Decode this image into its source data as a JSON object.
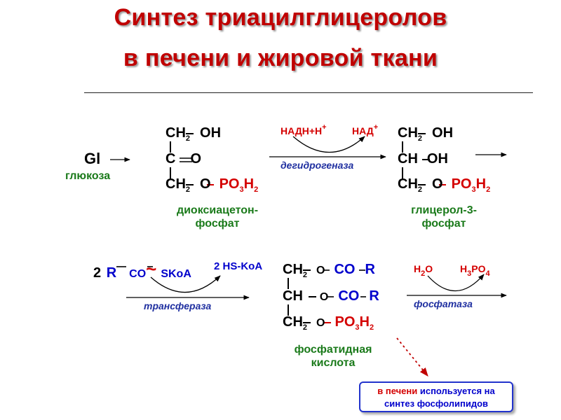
{
  "title": {
    "line1": "Синтез триацилглицеролов",
    "line2": "в печени и жировой ткани"
  },
  "row1": {
    "gl": "Gl",
    "glucose": "глюкоза",
    "dhap": {
      "c": "C",
      "h": "H",
      "two": "2",
      "oh": "OH",
      "o": "O",
      "dbl_o": "O",
      "po": "PO",
      "po_sub": "3",
      "h2": "H",
      "h2_sub": "2",
      "label1": "диоксиацетон-",
      "label2": "фосфат"
    },
    "reaction1": {
      "nadh": "НАДН+Н",
      "nadh_sup": "+",
      "nad": "НАД",
      "nad_sup": "+",
      "enzyme": "дегидрогеназа"
    },
    "g3p": {
      "c": "C",
      "h": "H",
      "two": "2",
      "oh": "OH",
      "o": "O",
      "po": "PO",
      "po_sub": "3",
      "h2": "H",
      "h2_sub": "2",
      "label1": "глицерол-3-",
      "label2": "фосфат"
    }
  },
  "row2": {
    "reaction2": {
      "coef": "2",
      "r": "R",
      "co": "CO",
      "tilde": "~",
      "skoa": "SKoA",
      "hskoa": "2 HS-KoA",
      "enzyme": "трансфераза"
    },
    "pa": {
      "c": "C",
      "h": "H",
      "two": "2",
      "o": "O",
      "co": "CO",
      "r": "R",
      "po": "PO",
      "po_sub": "3",
      "h2": "H",
      "h2_sub": "2",
      "label1": "фосфатидная",
      "label2": "кислота"
    },
    "reaction3": {
      "h": "H",
      "h_sub": "2",
      "o": "O",
      "h3": "H",
      "h3_sub": "3",
      "p": "PO",
      "p_sub": "4",
      "enzyme": "фосфатаза"
    }
  },
  "note": {
    "part1": "в печени",
    "part2": " используется на",
    "part3": "синтез фосфолипидов"
  },
  "colors": {
    "title": "#c00000",
    "atoms": "#000000",
    "phosphate": "#d40000",
    "labels": "#1a7a1a",
    "cofactors": "#d40000",
    "enzyme": "#1f2fa0",
    "note_border": "#2233cc"
  }
}
